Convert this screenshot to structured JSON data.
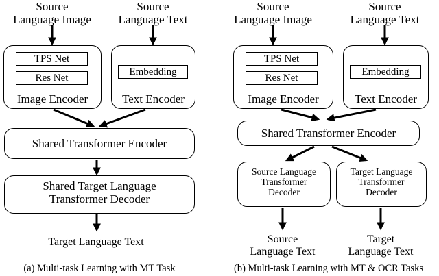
{
  "left": {
    "source_image_label": [
      "Source",
      "Language Image"
    ],
    "source_text_label": [
      "Source",
      "Language Text"
    ],
    "tps_net": "TPS Net",
    "res_net": "Res Net",
    "image_encoder": "Image Encoder",
    "embedding": "Embedding",
    "text_encoder": "Text Encoder",
    "shared_encoder": "Shared Transformer Encoder",
    "shared_decoder": [
      "Shared Target Language",
      "Transformer Decoder"
    ],
    "output": "Target Language Text",
    "caption": "(a) Multi-task Learning with MT Task"
  },
  "right": {
    "source_image_label": [
      "Source",
      "Language Image"
    ],
    "source_text_label": [
      "Source",
      "Language Text"
    ],
    "tps_net": "TPS Net",
    "res_net": "Res Net",
    "image_encoder": "Image Encoder",
    "embedding": "Embedding",
    "text_encoder": "Text Encoder",
    "shared_encoder": "Shared Transformer Encoder",
    "source_decoder": [
      "Source Language",
      "Transformer",
      "Decoder"
    ],
    "target_decoder": [
      "Target Language",
      "Transformer",
      "Decoder"
    ],
    "source_output": [
      "Source",
      "Language Text"
    ],
    "target_output": [
      "Target",
      "Language Text"
    ],
    "caption": "(b) Multi-task Learning with MT & OCR Tasks"
  }
}
